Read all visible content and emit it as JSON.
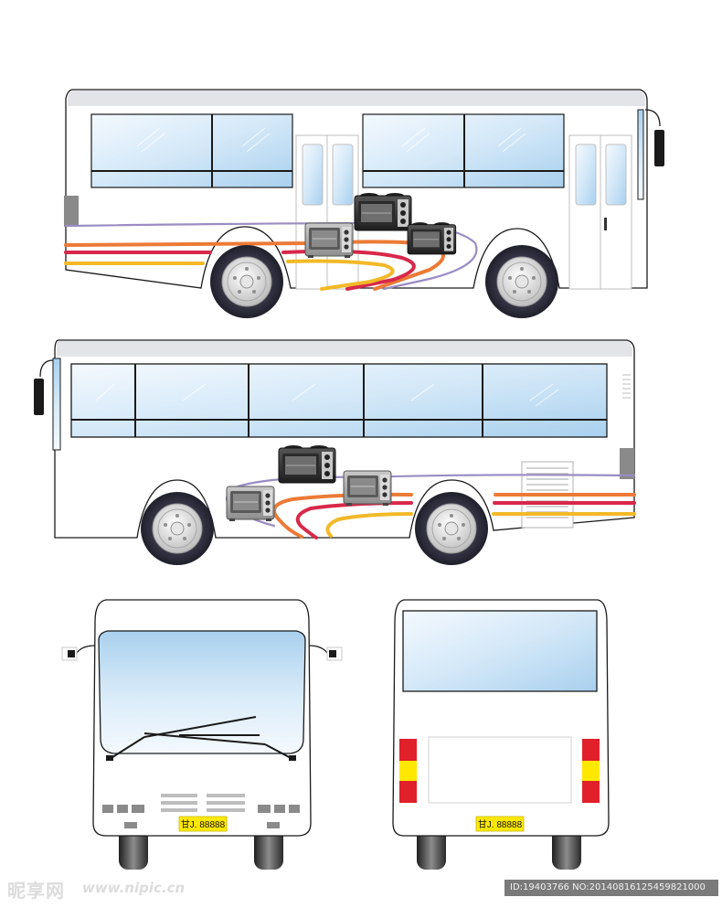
{
  "colors": {
    "body": "#ffffff",
    "outline": "#1a1a1a",
    "roof": "#e3e4e8",
    "window_light": "#f2f8fd",
    "window_mid": "#cfe6f7",
    "window_dark": "#9fc8ea",
    "tire": "#2f2f3f",
    "rim": "#d6d6d6",
    "stripe_purple": "#9a8cc4",
    "stripe_orange": "#ec7a36",
    "stripe_red": "#d8284a",
    "stripe_yellow": "#f2b928",
    "plate": "#ffe800",
    "tail_red": "#e0202a",
    "tail_yellow": "#ffe800"
  },
  "icons": {
    "oven": "toaster-oven-icon",
    "wheel": "wheel-icon",
    "mirror": "mirror-icon",
    "wiper": "wiper-icon"
  },
  "front_view": {
    "plate_text": "甘J. 88888"
  },
  "rear_view": {
    "plate_text": "甘J. 88888"
  },
  "watermark": {
    "logo": "昵享网",
    "url": "www.nipic.cn",
    "id_text": "ID:19403766 NO:20140816125459821000"
  }
}
